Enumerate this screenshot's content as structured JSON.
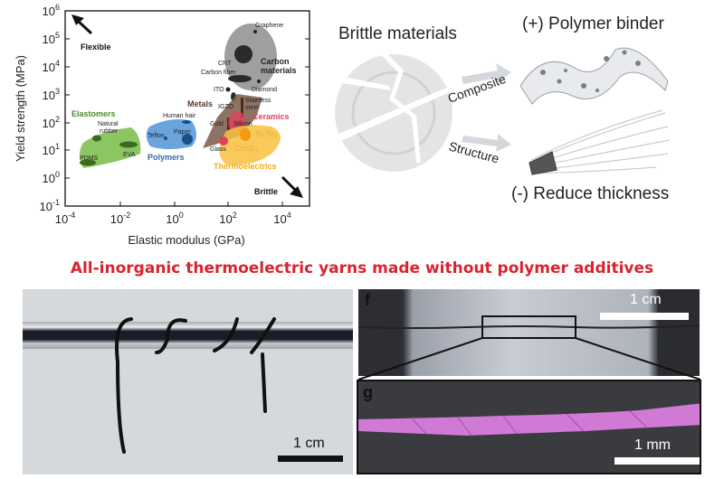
{
  "chart_data": {
    "type": "scatter",
    "title": "",
    "xlabel": "Elastic modulus (GPa)",
    "ylabel": "Yield strength (MPa)",
    "xscale": "log",
    "yscale": "log",
    "xlim": [
      0.0001,
      100000
    ],
    "ylim": [
      0.1,
      1000000
    ],
    "xticks": [
      "10-4",
      "10-2",
      "100",
      "102",
      "104"
    ],
    "yticks": [
      "10-1",
      "100",
      "101",
      "102",
      "103",
      "104",
      "105",
      "106"
    ],
    "regions": [
      {
        "name": "Carbon materials",
        "color": "#8a8a8a"
      },
      {
        "name": "Metals",
        "color": "#7a5a4a"
      },
      {
        "name": "Ceramics",
        "color": "#e0405a"
      },
      {
        "name": "Polymers",
        "color": "#3f7fc4"
      },
      {
        "name": "Elastomers",
        "color": "#6aae3c"
      },
      {
        "name": "Thermoelectrics",
        "color": "#f5b020"
      }
    ],
    "annotations": {
      "graphene": "Graphene",
      "cnt": "CNT",
      "carbon_fiber": "Carbon fiber",
      "carbon1": "Carbon",
      "carbon2": "materials",
      "diamond": "Diamond",
      "ito": "ITO",
      "metals": "Metals",
      "igzo": "IGZO",
      "stainless1": "Stainless",
      "stainless2": "steel",
      "ceramics": "Ceramics",
      "human_hair": "Human hair",
      "gold": "Gold",
      "silicon": "Silicon",
      "elastomers": "Elastomers",
      "natural1": "Natural",
      "natural2": "rubber",
      "teflon": "Teflon",
      "paper": "Paper",
      "bi2te3_base": "Bi",
      "bi2te3_sub1": "2",
      "bi2te3_mid": "Te",
      "bi2te3_sub2": "3",
      "glass": "Glass",
      "cosb3_base": "CoSb",
      "cosb3_sub": "3",
      "pdms": "PDMS",
      "eva": "EVA",
      "polymers": "Polymers",
      "thermoelectrics": "Thermoelectrics",
      "flexible": "Flexible",
      "brittle": "Brittle"
    }
  },
  "concept": {
    "brittle_materials": "Brittle materials",
    "polymer_binder": "(+) Polymer binder",
    "composite": "Composite",
    "structure": "Structure",
    "reduce_thickness": "(-) Reduce thickness"
  },
  "headline": "All-inorganic thermoelectric yarns made without polymer additives",
  "photos": {
    "left_scale": "1 cm",
    "f_label": "f",
    "f_scale": "1 cm",
    "g_label": "g",
    "g_scale": "1 mm"
  },
  "colors": {
    "headline": "#d9232e",
    "yarn_sem": "#d07ad6"
  }
}
